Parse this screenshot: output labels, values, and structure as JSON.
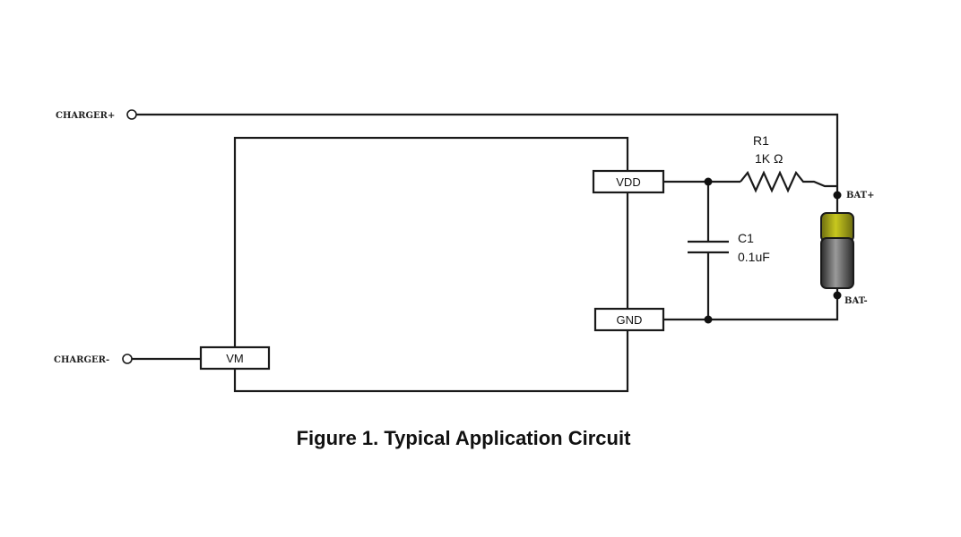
{
  "terminals": {
    "charger_plus": "CHARGER+",
    "charger_minus": "CHARGER-",
    "bat_plus": "BAT+",
    "bat_minus": "BAT-"
  },
  "ic": {
    "pins": {
      "vdd": "VDD",
      "gnd": "GND",
      "vm": "VM"
    }
  },
  "components": {
    "resistor": {
      "ref": "R1",
      "value": "1K Ω"
    },
    "capacitor": {
      "ref": "C1",
      "value": "0.1uF"
    },
    "battery": {
      "cap_color": "#c8c81e",
      "body_color": "#555555"
    }
  },
  "caption": "Figure 1.  Typical Application Circuit"
}
